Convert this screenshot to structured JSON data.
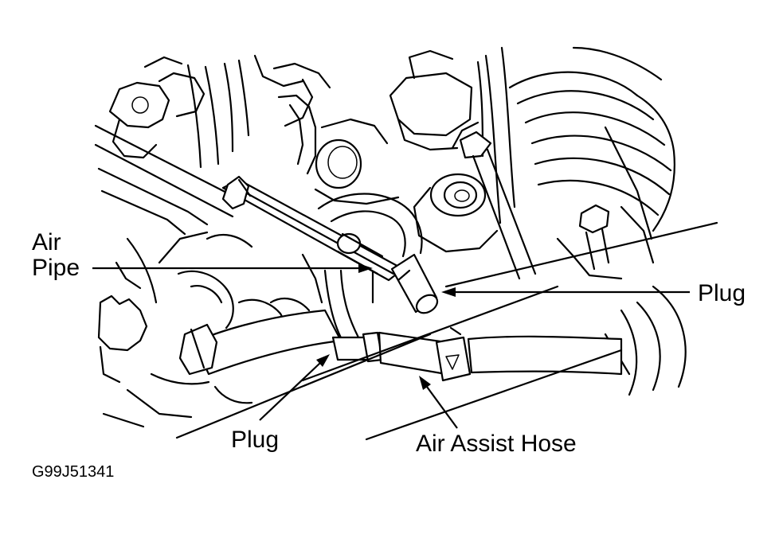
{
  "labels": {
    "air_pipe_line1": "Air",
    "air_pipe_line2": "Pipe",
    "plug_right": "Plug",
    "plug_bottom": "Plug",
    "air_assist_hose": "Air Assist Hose",
    "figure_code": "G99J51341"
  }
}
